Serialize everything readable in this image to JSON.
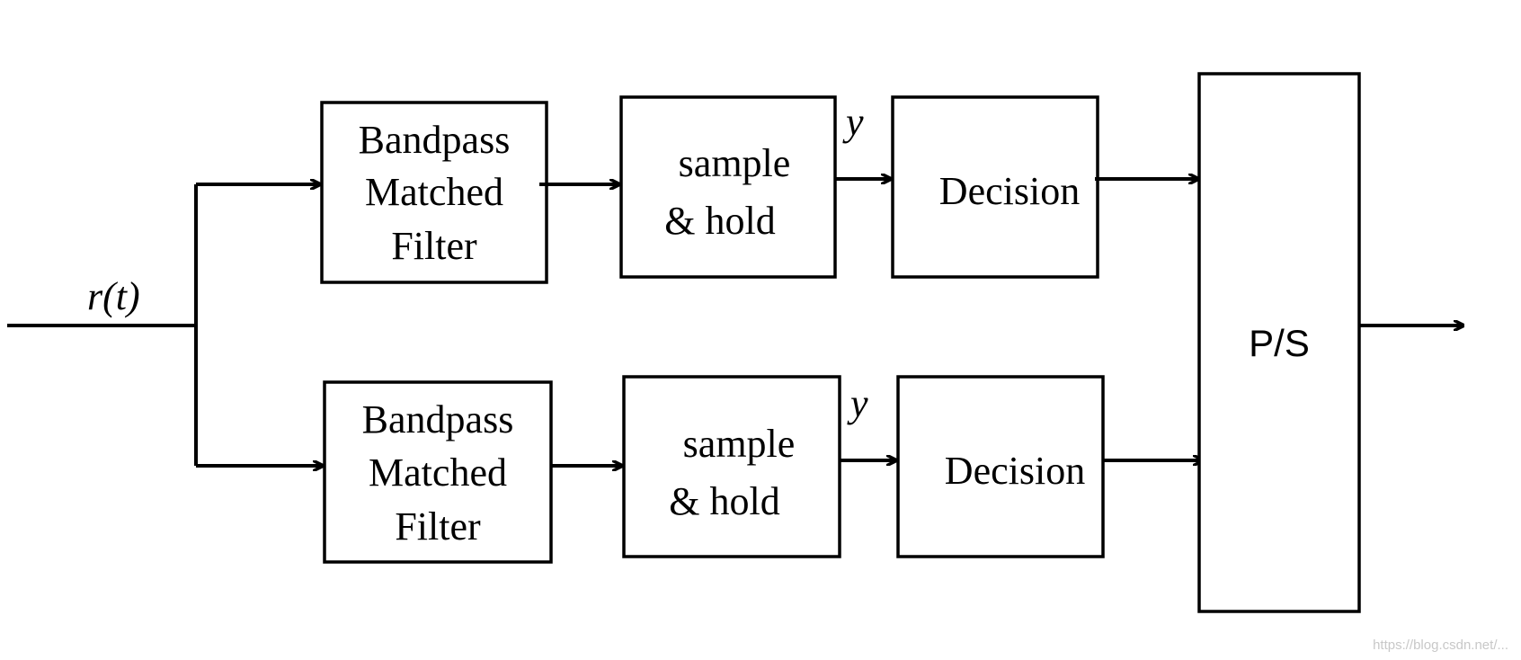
{
  "diagram": {
    "input_signal": "r(t)",
    "branches": [
      {
        "filter_lines": [
          "Bandpass",
          "Matched",
          "Filter"
        ],
        "sample_lines": [
          "sample",
          "& hold"
        ],
        "sample_output_label": "y",
        "decision_label": "Decision"
      },
      {
        "filter_lines": [
          "Bandpass",
          "Matched",
          "Filter"
        ],
        "sample_lines": [
          "sample",
          "& hold"
        ],
        "sample_output_label": "y",
        "decision_label": "Decision"
      }
    ],
    "converter_label": "P/S",
    "watermark": "https://blog.csdn.net/..."
  }
}
